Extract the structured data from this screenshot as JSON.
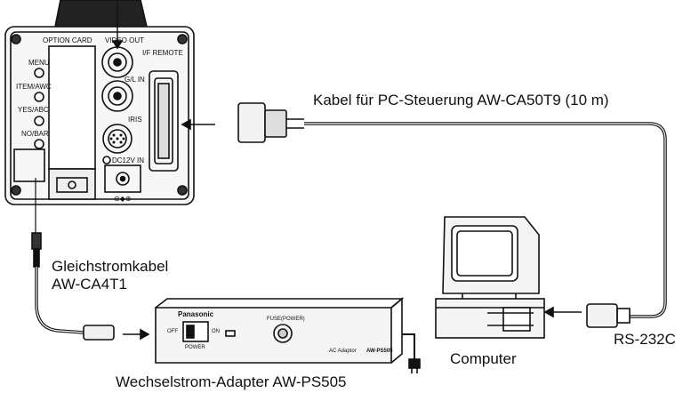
{
  "labels": {
    "cable_pc": "Kabel für PC-Steuerung AW-CA50T9 (10 m)",
    "dc_cable_line1": "Gleichstromkabel",
    "dc_cable_line2": "AW-CA4T1",
    "rs232": "RS-232C",
    "computer": "Computer",
    "ac_adapter": "Wechselstrom-Adapter AW-PS505"
  },
  "camera": {
    "option_card": "OPTION CARD",
    "video_out": "VIDEO OUT",
    "if_remote": "I/F REMOTE",
    "gl_in": "G/L IN",
    "iris": "IRIS",
    "dc12v_in": "DC12V IN",
    "menu": "MENU",
    "item_awc": "ITEM/AWC",
    "yes_abc": "YES/ABC",
    "no_bar": "NO/BAR",
    "polarity": "⊖◆⊕"
  },
  "adapter": {
    "brand": "Panasonic",
    "off": "OFF",
    "on": "ON",
    "power": "POWER",
    "fuse_power": "FUSE(POWER)",
    "model_text": "AC Adaptor",
    "model_num": "AW-PS505"
  },
  "colors": {
    "line": "#111111",
    "panel": "#f4f4f4"
  }
}
